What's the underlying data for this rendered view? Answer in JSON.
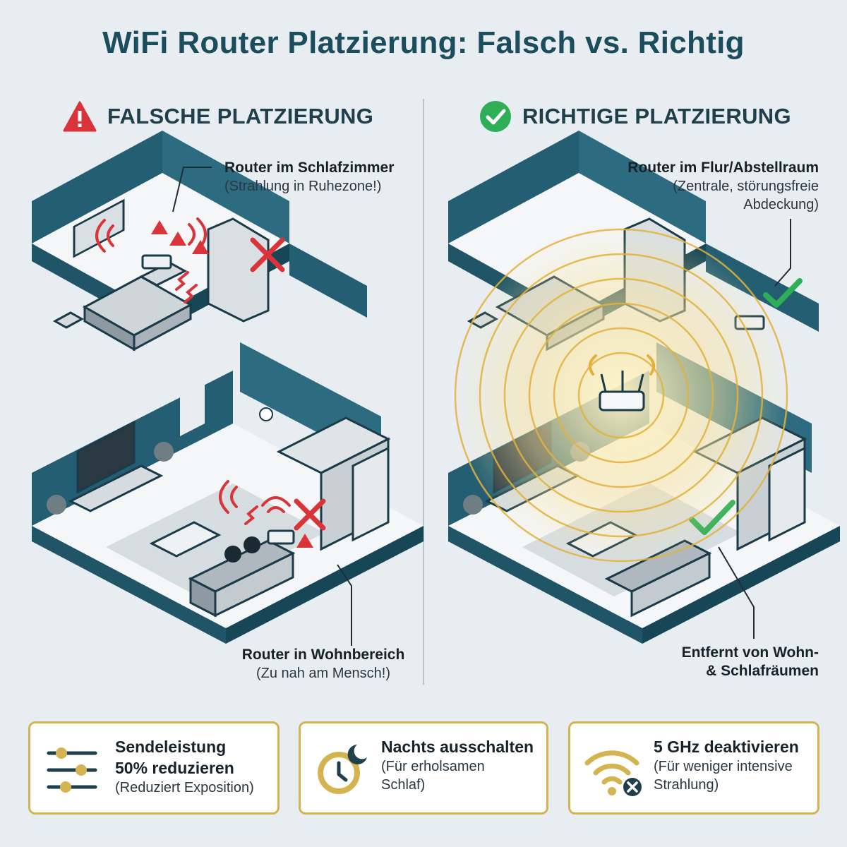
{
  "title": "WiFi Router Platzierung: Falsch vs. Richtig",
  "wrong": {
    "heading": "FALSCHE PLATZIERUNG",
    "callout_top": {
      "title": "Router im Schlafzimmer",
      "sub": "(Strahlung in Ruhezone!)"
    },
    "callout_bottom": {
      "title": "Router in Wohnbereich",
      "sub": "(Zu nah am Mensch!)"
    }
  },
  "right": {
    "heading": "RICHTIGE PLATZIERUNG",
    "callout_top": {
      "title": "Router im Flur/Abstellraum",
      "sub_line1": "(Zentrale, störungsfreie",
      "sub_line2": "Abdeckung)"
    },
    "callout_bottom": {
      "line1": "Entfernt von Wohn-",
      "line2": "& Schlafräumen"
    }
  },
  "tips": [
    {
      "title_line1": "Sendeleistung",
      "title_line2": "50% reduzieren",
      "sub_line1": "(Reduziert Exposition)",
      "icon": "sliders-icon"
    },
    {
      "title_line1": "Nachts ausschalten",
      "sub_line1": "(Für erholsamen",
      "sub_line2": "Schlaf)",
      "icon": "clock-moon-icon"
    },
    {
      "title_line1": "5 GHz deaktivieren",
      "sub_line1": "(Für weniger intensive",
      "sub_line2": "Strahlung)",
      "icon": "wifi-off-icon"
    }
  ],
  "colors": {
    "title": "#1b4d5c",
    "wall": "#245e72",
    "warning": "#d8343a",
    "ok": "#2eae57",
    "signal": "#e3b23c",
    "card_border": "#d4b451"
  }
}
